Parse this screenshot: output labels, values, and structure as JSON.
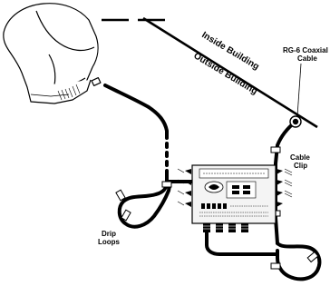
{
  "diagram": {
    "labels": {
      "inside_building": "Inside Building",
      "outside_building": "Outside Building",
      "coax_line1": "RG-6 Coaxial",
      "coax_line2": "Cable",
      "clip_line1": "Cable",
      "clip_line2": "Clip",
      "drip_line1": "Drip",
      "drip_line2": "Loops"
    },
    "colors": {
      "ink": "#000000",
      "dish_fill": "#ffffff",
      "switch_fill": "#f4f4f4"
    },
    "icons": {
      "dish": "satellite-dish-icon",
      "switch": "multiswitch-icon",
      "clip": "cable-clip-icon"
    }
  }
}
